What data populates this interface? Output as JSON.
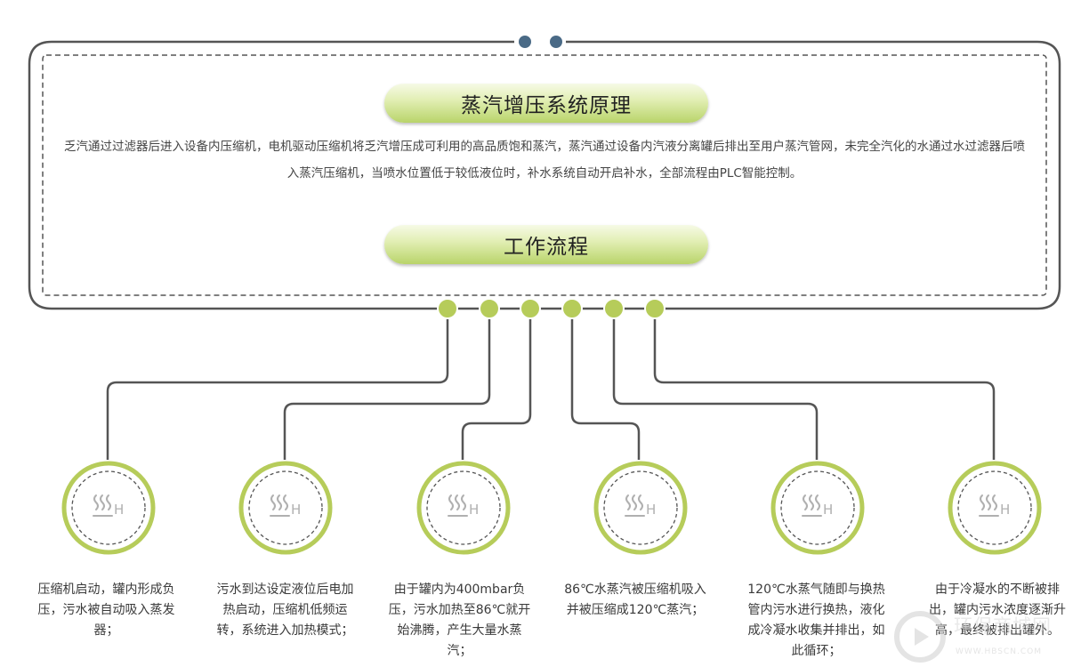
{
  "principle_title": "蒸汽增压系统原理",
  "principle_text": "乏汽通过过滤器后进入设备内压缩机，电机驱动压缩机将乏汽增压成可利用的高品质饱和蒸汽，蒸汽通过设备内汽液分离罐后排出至用户蒸汽管网，未完全汽化的水通过水过滤器后喷入蒸汽压缩机，当喷水位置低于较低液位时，补水系统自动开启补水，全部流程由PLC智能控制。",
  "workflow_title": "工作流程",
  "steps": [
    {
      "icon": "steam-heat-icon",
      "icon_label": "H",
      "text": "压缩机启动，罐内形成负压，污水被自动吸入蒸发器；"
    },
    {
      "icon": "steam-heat-icon",
      "icon_label": "H",
      "text": "污水到达设定液位后电加热启动，压缩机低频运转，系统进入加热模式；"
    },
    {
      "icon": "steam-heat-icon",
      "icon_label": "H",
      "text": "由于罐内为400mbar负压，污水加热至86℃就开始沸腾，产生大量水蒸汽；"
    },
    {
      "icon": "steam-heat-icon",
      "icon_label": "H",
      "text": "86℃水蒸汽被压缩机吸入并被压缩成120℃蒸汽；"
    },
    {
      "icon": "steam-heat-icon",
      "icon_label": "H",
      "text": "120℃水蒸气随即与换热管内污水进行换热，液化成冷凝水收集并排出，如此循环；"
    },
    {
      "icon": "steam-heat-icon",
      "icon_label": "H",
      "text": "由于冷凝水的不断被排出，罐内污水浓度逐渐升高，最终被排出罐外。"
    }
  ],
  "watermark": {
    "text": "环保商城网",
    "url_text": "WWW.HBSCN.COM"
  },
  "colors": {
    "accent": "#a9c347",
    "frame": "#4a4a4a",
    "top_dot": "#4a6a86"
  }
}
